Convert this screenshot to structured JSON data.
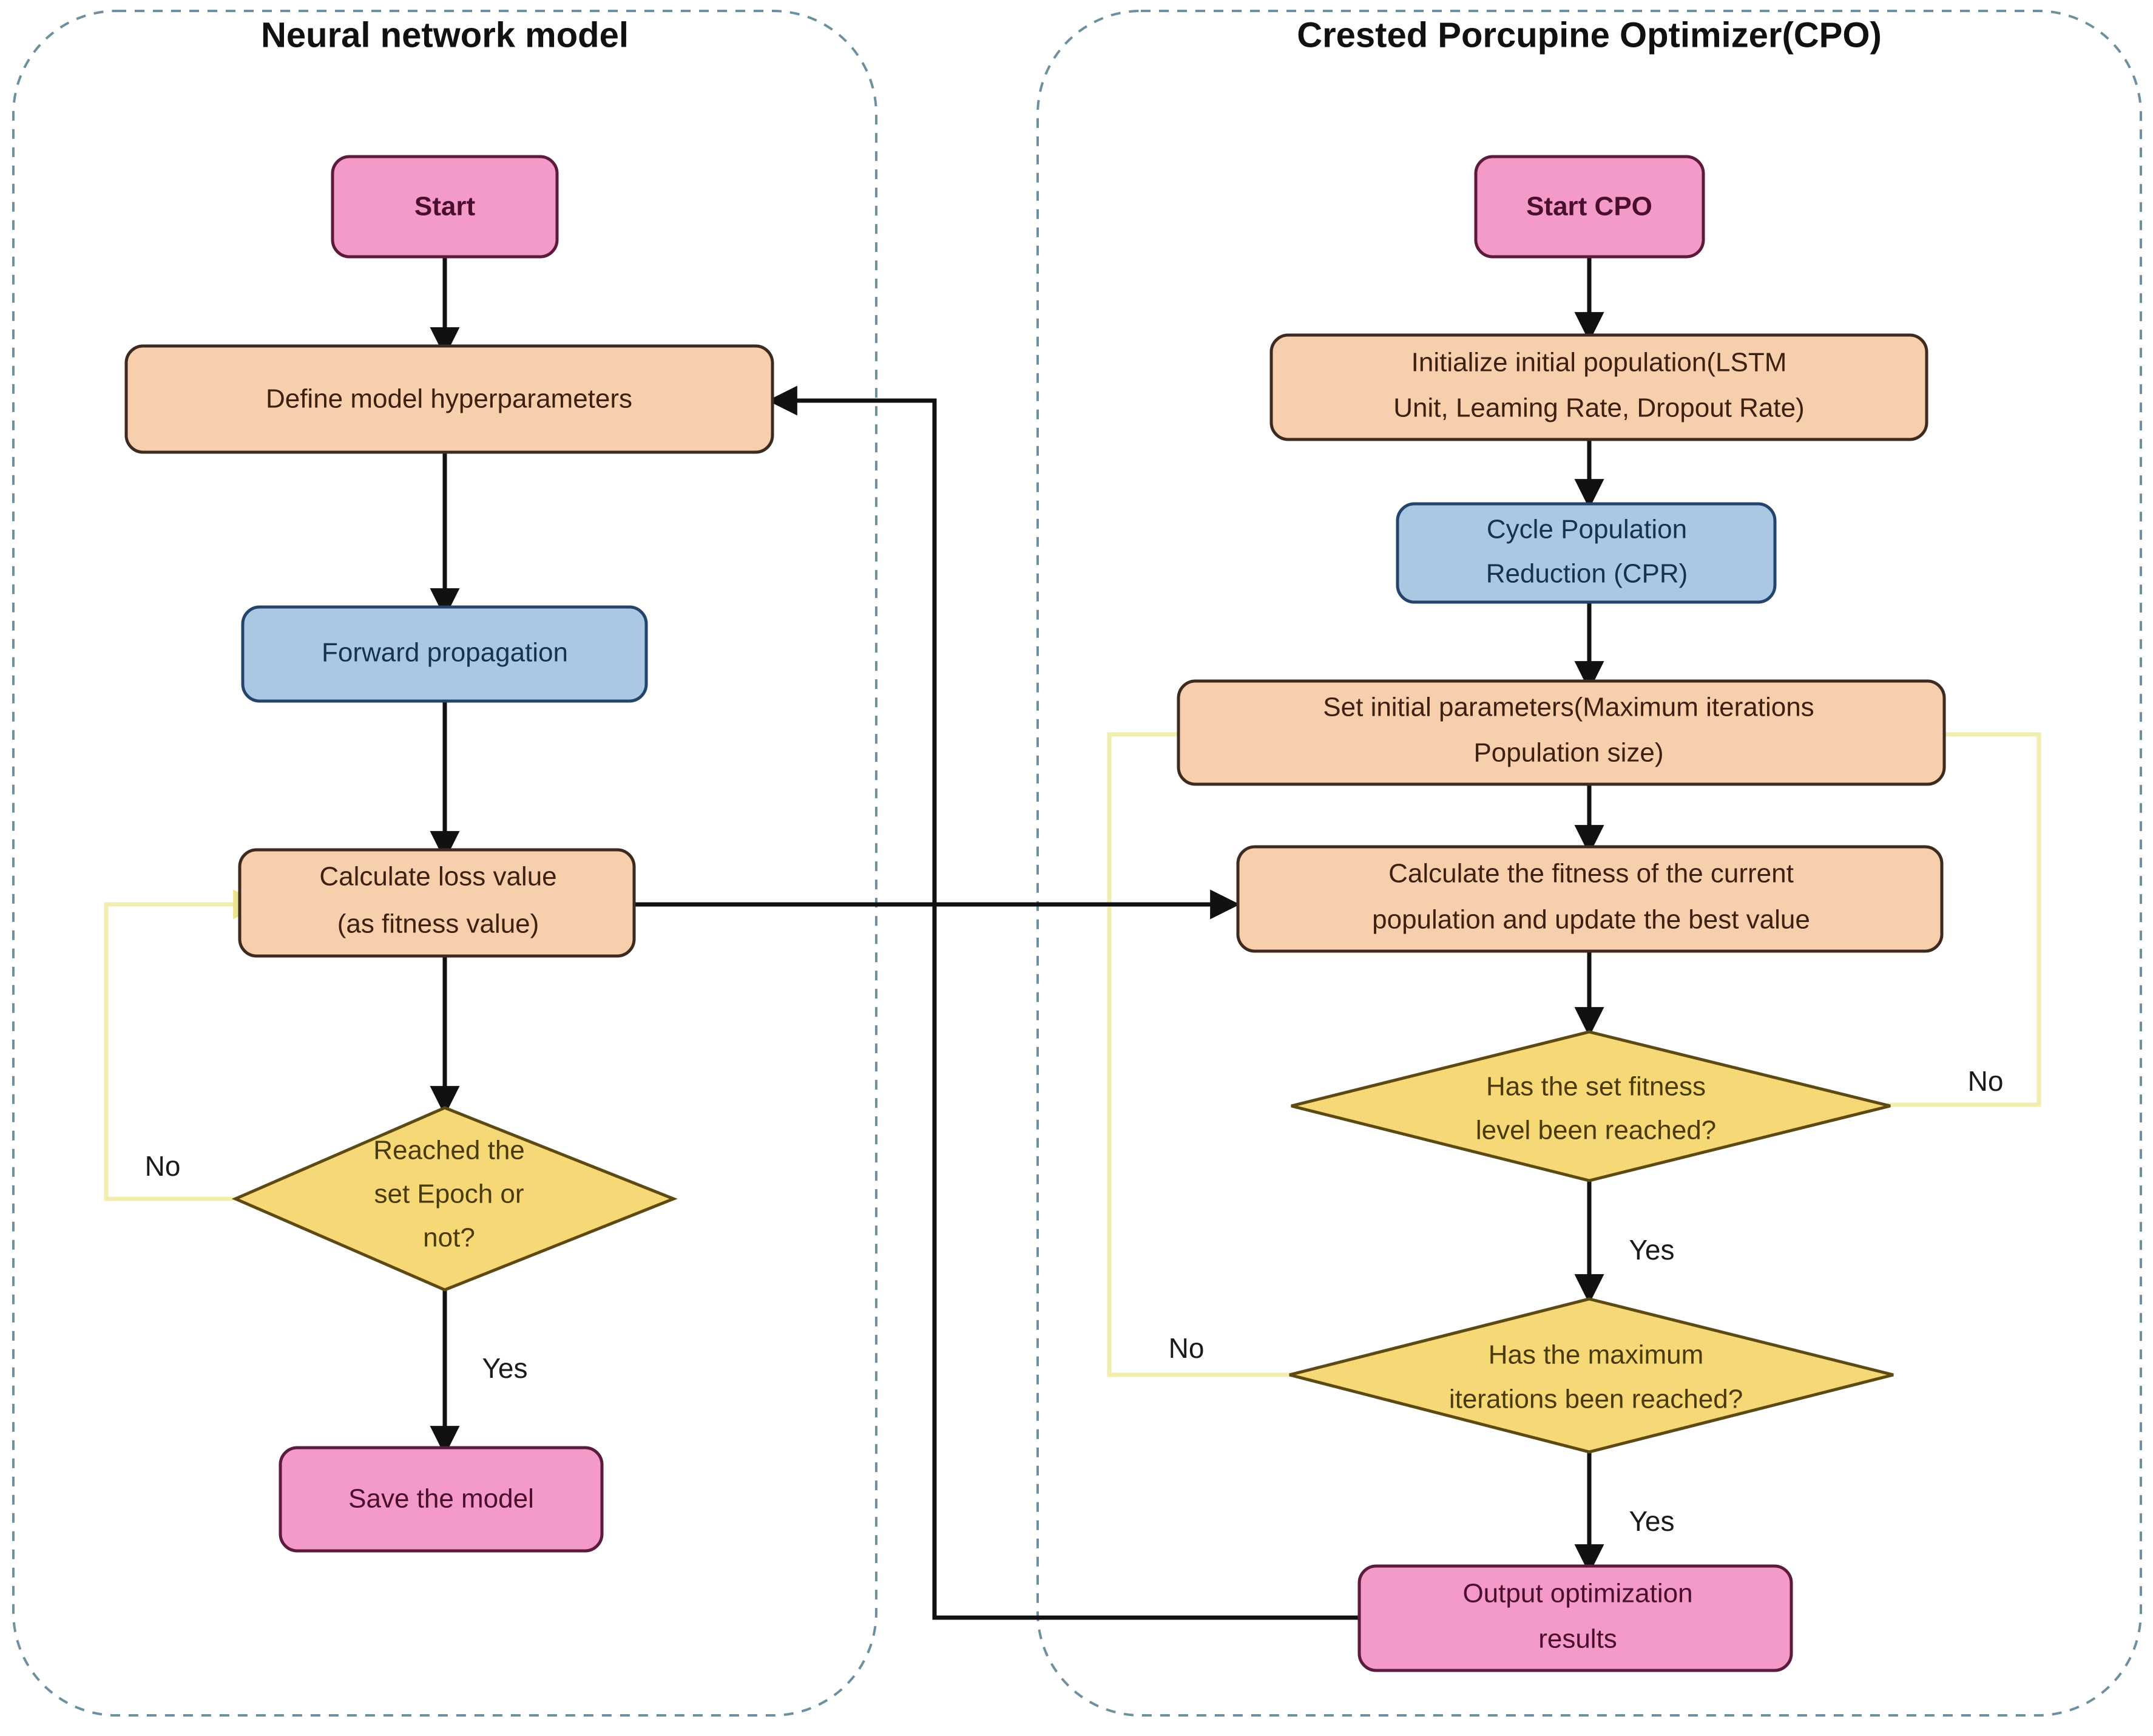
{
  "diagram": {
    "title": "Neural network model and Crested Porcupine Optimizer (CPO) flowchart",
    "colors": {
      "terminator_pink": "#f49ac8",
      "process_orange": "#f8cfad",
      "process_blue": "#aac8e4",
      "decision_yellow": "#f6d877",
      "panel_border": "#6e8f9e",
      "edge_black": "#111111",
      "edge_yellow": "#f2eeb0"
    }
  },
  "panels": [
    {
      "id": "left",
      "title": "Neural network model"
    },
    {
      "id": "right",
      "title": "Crested Porcupine Optimizer(CPO)"
    }
  ],
  "nodes": {
    "start": {
      "label": "Start",
      "shape": "terminator",
      "color": "pink"
    },
    "define_hyperparams": {
      "label": "Define model hyperparameters",
      "shape": "process",
      "color": "orange"
    },
    "forward_propagation": {
      "label": "Forward propagation",
      "shape": "process",
      "color": "blue"
    },
    "calc_loss_line1": {
      "label": "Calculate loss value",
      "shape": "process",
      "color": "orange"
    },
    "calc_loss_line2": {
      "label": "(as fitness value)"
    },
    "epoch_decision_line1": {
      "label": "Reached the",
      "shape": "decision",
      "color": "yellow"
    },
    "epoch_decision_line2": {
      "label": "set Epoch or"
    },
    "epoch_decision_line3": {
      "label": "not?"
    },
    "save_model": {
      "label": "Save the model",
      "shape": "terminator",
      "color": "pink"
    },
    "start_cpo": {
      "label": "Start CPO",
      "shape": "terminator",
      "color": "pink"
    },
    "init_population_line1": {
      "label": "Initialize initial population(LSTM",
      "shape": "process",
      "color": "orange"
    },
    "init_population_line2": {
      "label": "Unit, Leaming Rate, Dropout Rate)"
    },
    "cpr_line1": {
      "label": "Cycle Population",
      "shape": "process",
      "color": "blue"
    },
    "cpr_line2": {
      "label": "Reduction (CPR)"
    },
    "set_params_line1": {
      "label": "Set initial parameters(Maximum iterations",
      "shape": "process",
      "color": "orange"
    },
    "set_params_line2": {
      "label": "Population size)"
    },
    "calc_fitness_line1": {
      "label": "Calculate the fitness of the current",
      "shape": "process",
      "color": "orange"
    },
    "calc_fitness_line2": {
      "label": "population and update the best value"
    },
    "fitness_decision_line1": {
      "label": "Has the set fitness",
      "shape": "decision",
      "color": "yellow"
    },
    "fitness_decision_line2": {
      "label": "level been reached?"
    },
    "iter_decision_line1": {
      "label": "Has the maximum",
      "shape": "decision",
      "color": "yellow"
    },
    "iter_decision_line2": {
      "label": "iterations been reached?"
    },
    "output_results_line1": {
      "label": "Output optimization",
      "shape": "terminator",
      "color": "pink"
    },
    "output_results_line2": {
      "label": "results"
    }
  },
  "edge_labels": {
    "epoch_no": "No",
    "epoch_yes": "Yes",
    "fitness_no": "No",
    "fitness_yes": "Yes",
    "iterations_no": "No",
    "iterations_yes": "Yes"
  }
}
